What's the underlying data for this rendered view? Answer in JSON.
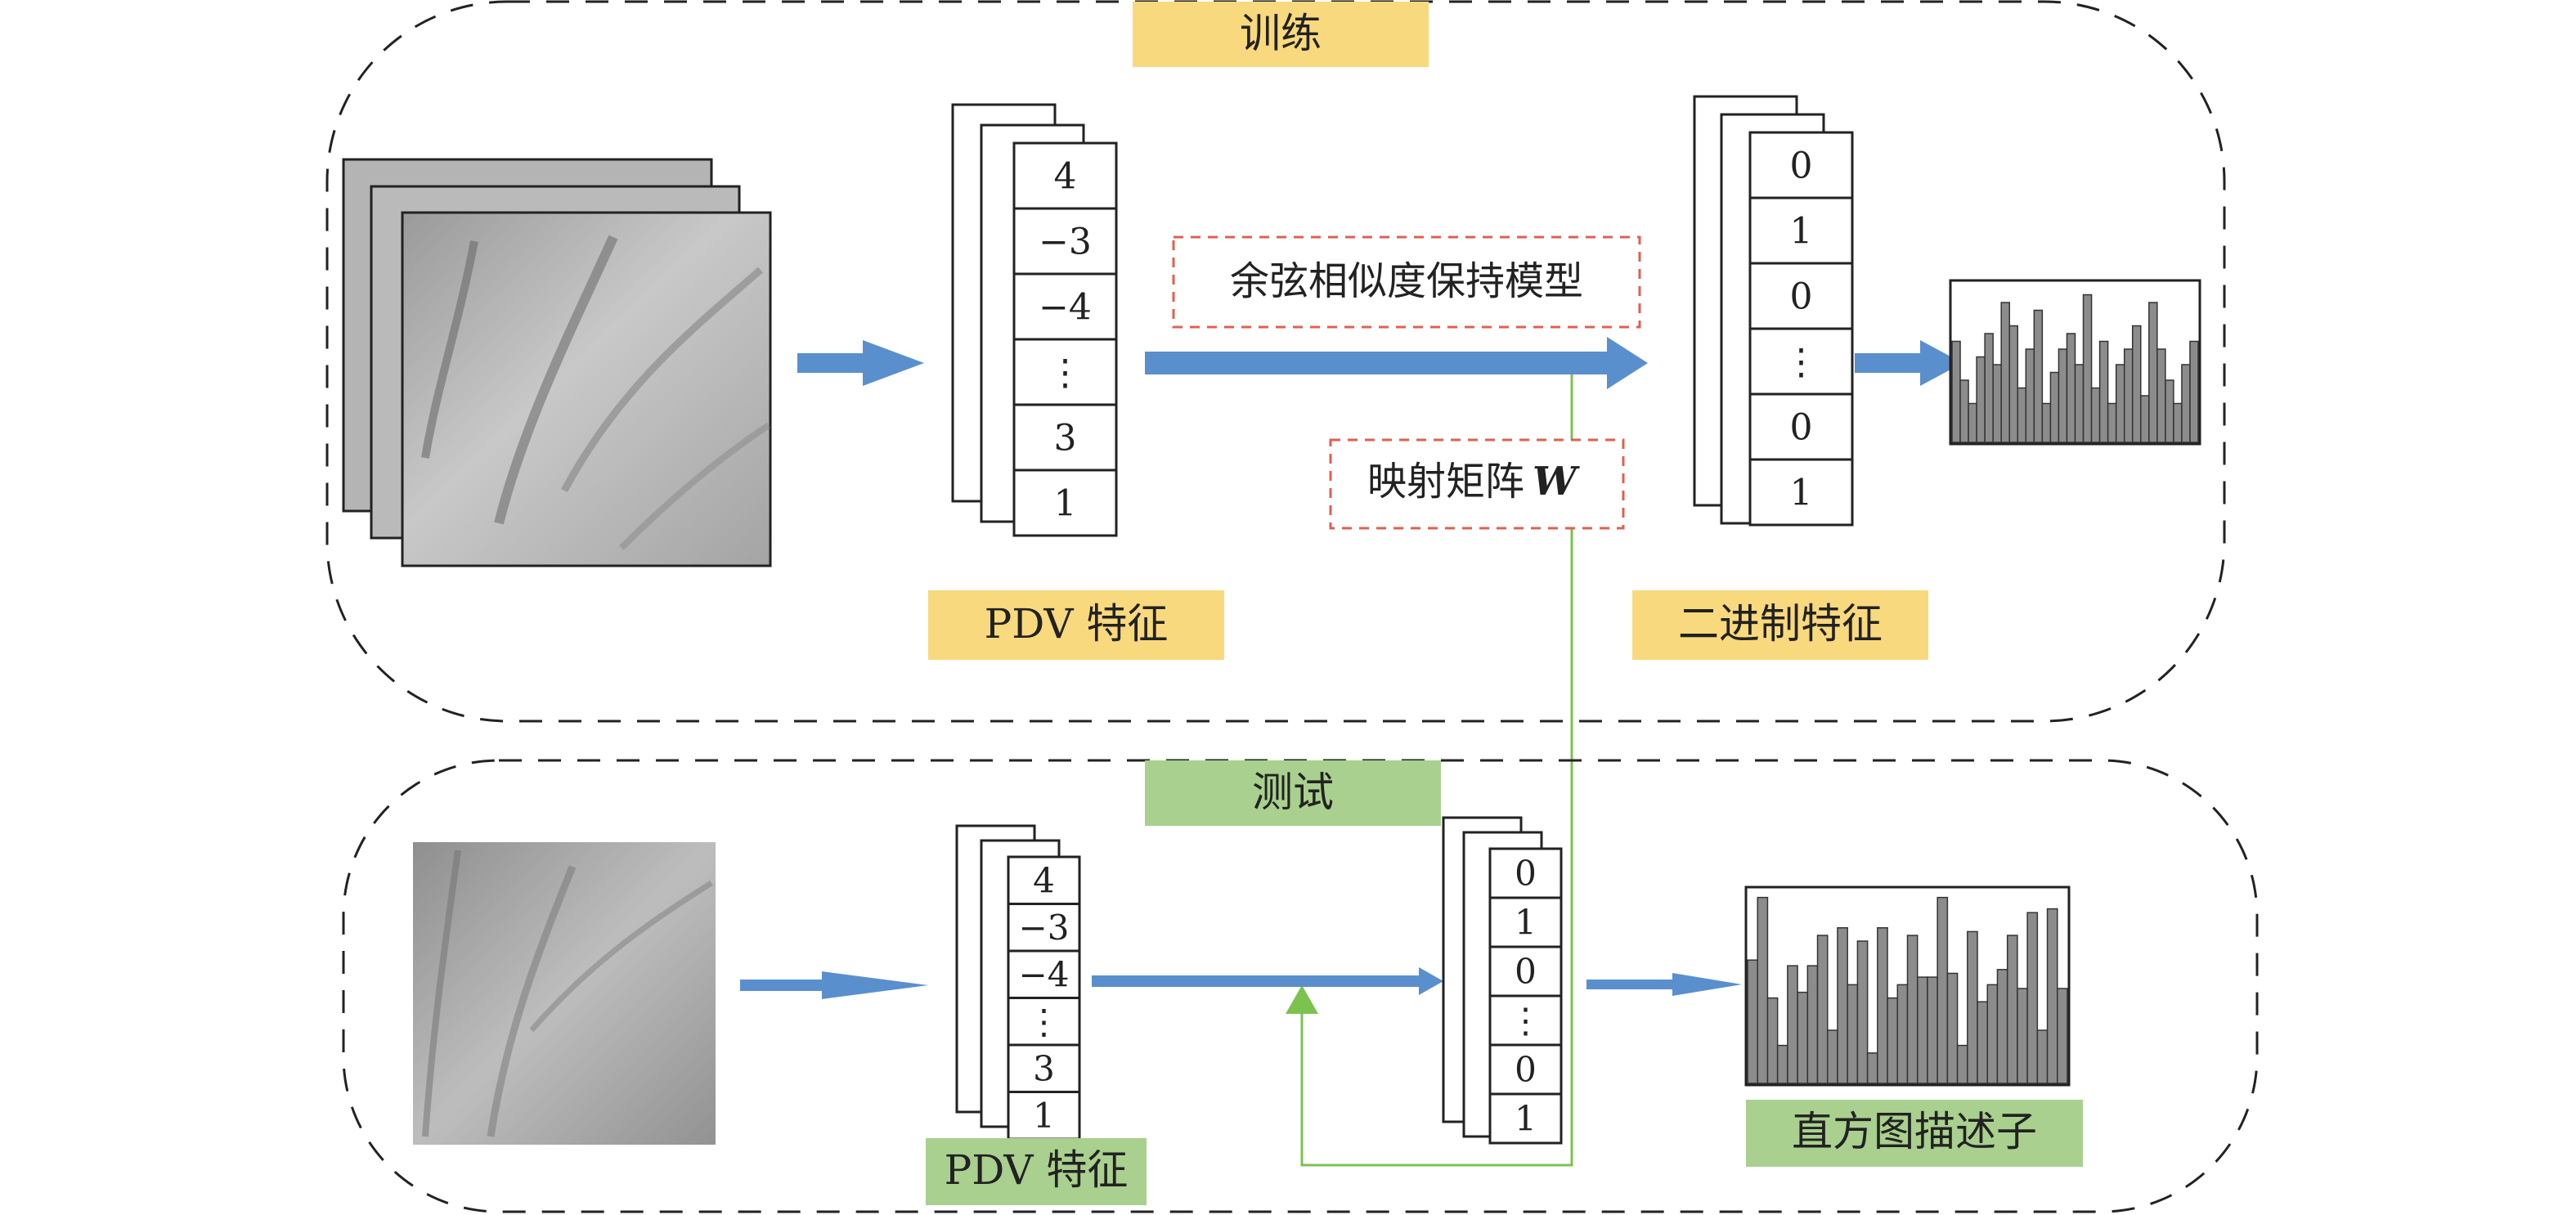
{
  "training": {
    "section_label": "训练",
    "pdv_label": "PDV 特征",
    "binary_label": "二进制特征",
    "model_label": "余弦相似度保持模型",
    "matrix_label": "映射矩阵",
    "matrix_symbol": "W",
    "pdv_values": [
      "4",
      "−3",
      "−4",
      "⋮",
      "3",
      "1"
    ],
    "binary_values": [
      "0",
      "1",
      "0",
      "⋮",
      "0",
      "1"
    ],
    "histogram": [
      0.65,
      0.4,
      0.25,
      0.55,
      0.7,
      0.5,
      0.9,
      0.75,
      0.35,
      0.6,
      0.85,
      0.25,
      0.45,
      0.6,
      0.7,
      0.5,
      0.95,
      0.35,
      0.65,
      0.25,
      0.5,
      0.6,
      0.75,
      0.3,
      0.9,
      0.6,
      0.4,
      0.25,
      0.5,
      0.65
    ]
  },
  "testing": {
    "section_label": "测试",
    "pdv_label": "PDV 特征",
    "histogram_label": "直方图描述子",
    "pdv_values": [
      "4",
      "−3",
      "−4",
      "⋮",
      "3",
      "1"
    ],
    "binary_values": [
      "0",
      "1",
      "0",
      "⋮",
      "0",
      "1"
    ],
    "histogram": [
      0.65,
      0.98,
      0.45,
      0.2,
      0.62,
      0.48,
      0.62,
      0.78,
      0.28,
      0.82,
      0.52,
      0.75,
      0.16,
      0.82,
      0.45,
      0.52,
      0.78,
      0.56,
      0.56,
      0.98,
      0.58,
      0.2,
      0.8,
      0.43,
      0.52,
      0.6,
      0.78,
      0.5,
      0.9,
      0.28,
      0.92,
      0.5
    ]
  },
  "colors": {
    "arrow_blue": "#5a8fce",
    "connector_green": "#7cc24f",
    "label_yellow": "#f9d97d",
    "label_green": "#a9d08e",
    "dashed_red": "#e06050",
    "hist_bar": "#8c8c8c"
  }
}
